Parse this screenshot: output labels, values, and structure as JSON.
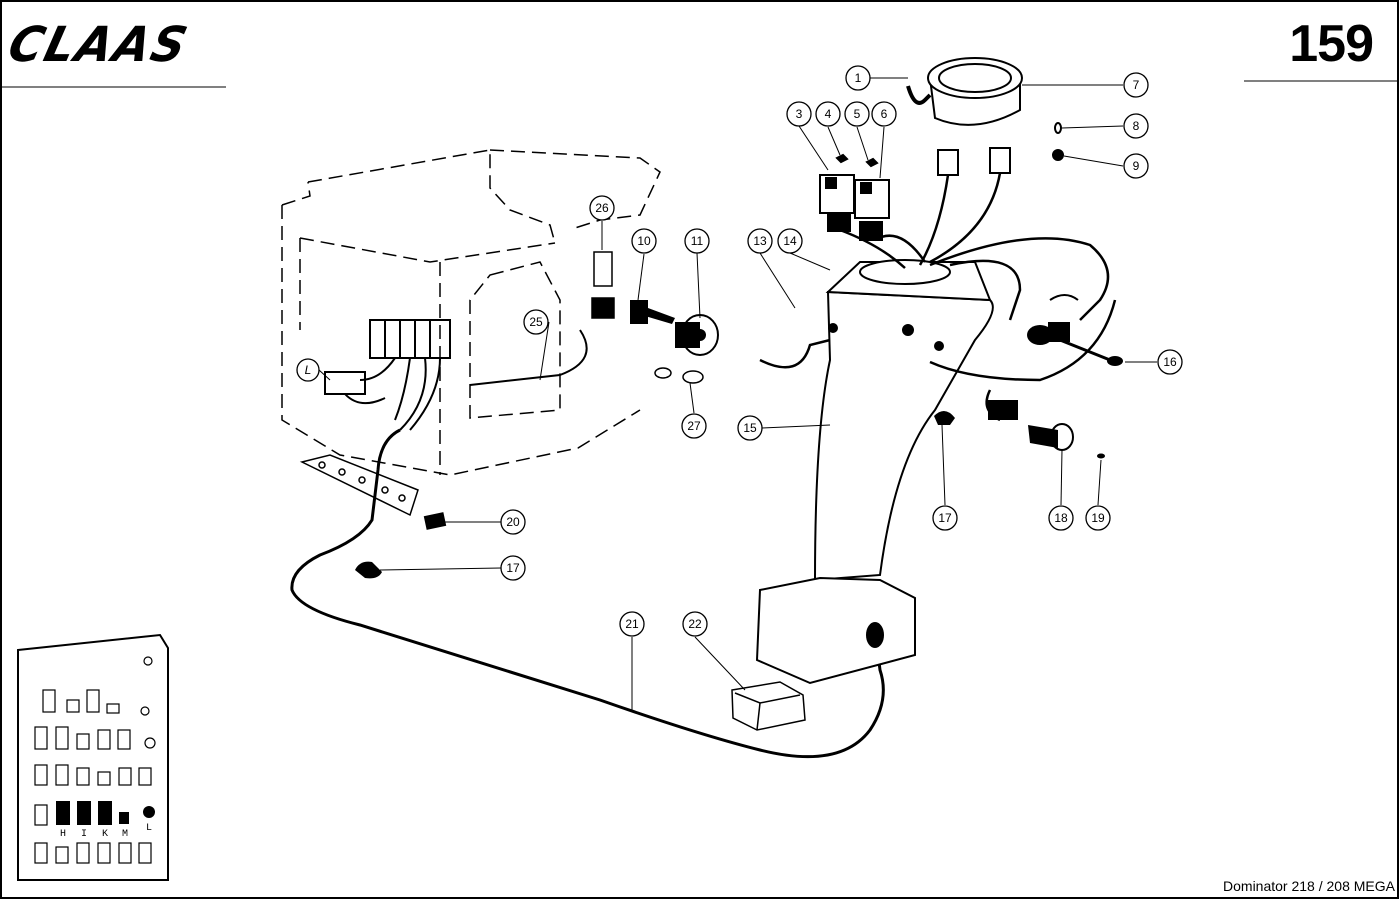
{
  "header": {
    "brand": "CLAAS",
    "page_number": "159"
  },
  "footer": {
    "model": "Dominator 218 / 208 MEGA"
  },
  "callouts": [
    "1",
    "3",
    "4",
    "5",
    "6",
    "7",
    "8",
    "9",
    "10",
    "11",
    "13",
    "14",
    "15",
    "16",
    "17",
    "17",
    "18",
    "19",
    "20",
    "21",
    "22",
    "25",
    "26",
    "27",
    "L"
  ],
  "fuse_panel": {
    "labels": [
      "H",
      "I",
      "K",
      "M",
      "L"
    ]
  }
}
